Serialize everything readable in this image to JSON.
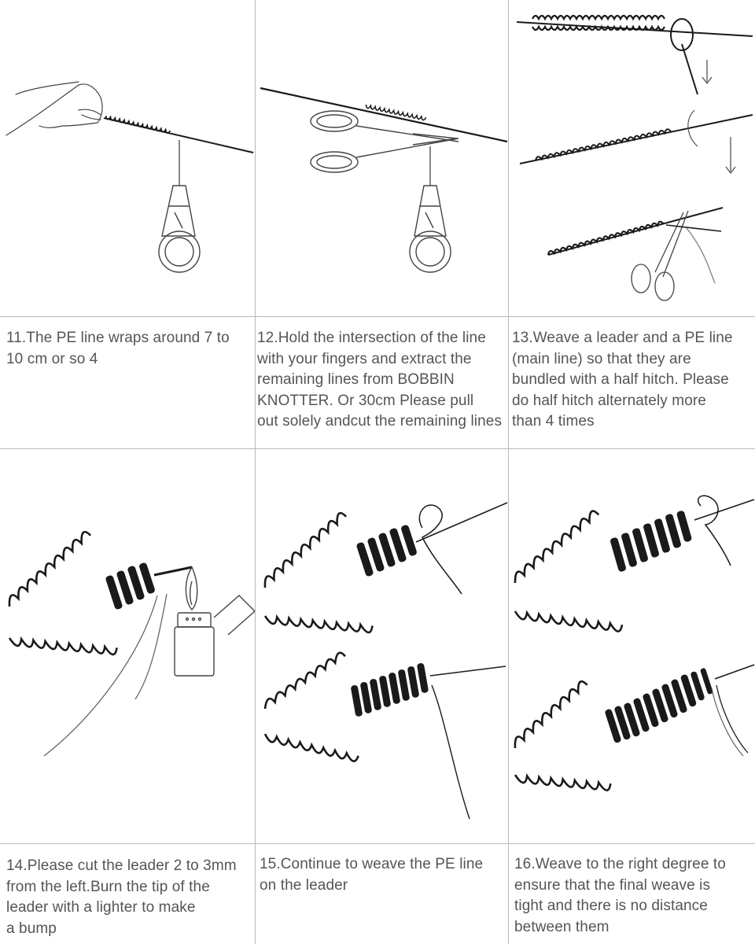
{
  "steps": [
    {
      "lines": [
        "11.The PE line wraps around 7 to",
        "10 cm or so 4"
      ],
      "illustration": "hand-holding-line-bobbin-knotter-icon"
    },
    {
      "lines": [
        "12.Hold the intersection of the line",
        "with your fingers and extract the",
        "remaining lines from BOBBIN",
        "KNOTTER. Or 30cm Please pull",
        "out solely andcut the remaining lines"
      ],
      "illustration": "scissors-cutting-line-icon"
    },
    {
      "lines": [
        "13.Weave a leader and a PE line",
        "(main line) so that they are",
        "bundled with a half hitch. Please",
        "do half hitch alternately more",
        "than 4 times"
      ],
      "illustration": "half-hitch-steps-icon"
    },
    {
      "lines": [
        "14.Please cut the leader 2 to 3mm",
        "from the left.Burn the tip of the",
        "leader with a lighter to make",
        "a bump"
      ],
      "illustration": "lighter-burning-leader-icon"
    },
    {
      "lines": [
        "15.Continue to weave the PE line",
        "on the leader"
      ],
      "illustration": "weaving-pe-line-icon"
    },
    {
      "lines": [
        "16.Weave to the right degree to",
        "ensure that the final weave is",
        "tight and there is no distance",
        "between them"
      ],
      "illustration": "final-tight-weave-icon"
    }
  ],
  "colors": {
    "ink": "#1a1a1a",
    "text": "#555555",
    "divider": "#b9b9b9"
  }
}
